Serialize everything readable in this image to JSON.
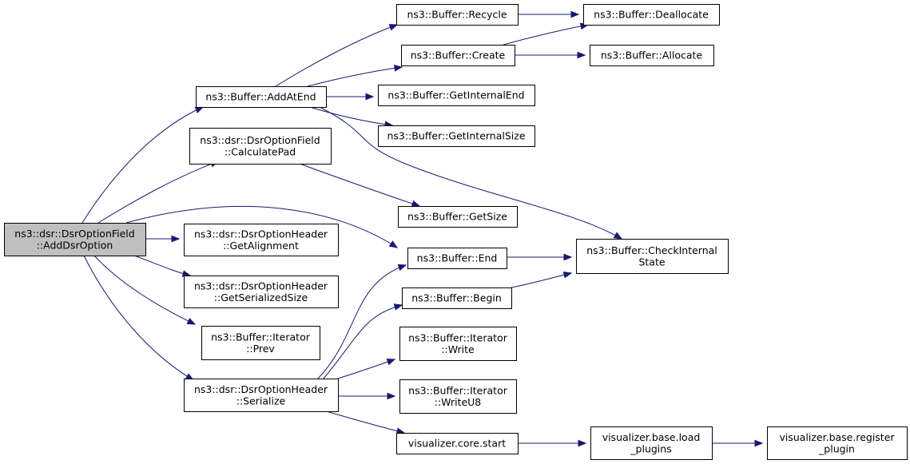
{
  "graph": {
    "root_fill": "#bfbfbf",
    "node_fill": "#ffffff",
    "edge_color": "#191970",
    "nodes": [
      {
        "id": "root",
        "lines": [
          "ns3::dsr::DsrOptionField",
          "::AddDsrOption"
        ]
      },
      {
        "id": "addAtEnd",
        "lines": [
          "ns3::Buffer::AddAtEnd"
        ]
      },
      {
        "id": "calcPad",
        "lines": [
          "ns3::dsr::DsrOptionField",
          "::CalculatePad"
        ]
      },
      {
        "id": "getAlign",
        "lines": [
          "ns3::dsr::DsrOptionHeader",
          "::GetAlignment"
        ]
      },
      {
        "id": "getSerSize",
        "lines": [
          "ns3::dsr::DsrOptionHeader",
          "::GetSerializedSize"
        ]
      },
      {
        "id": "itPrev",
        "lines": [
          "ns3::Buffer::Iterator",
          "::Prev"
        ]
      },
      {
        "id": "serialize",
        "lines": [
          "ns3::dsr::DsrOptionHeader",
          "::Serialize"
        ]
      },
      {
        "id": "recycle",
        "lines": [
          "ns3::Buffer::Recycle"
        ]
      },
      {
        "id": "create",
        "lines": [
          "ns3::Buffer::Create"
        ]
      },
      {
        "id": "getIntEnd",
        "lines": [
          "ns3::Buffer::GetInternalEnd"
        ]
      },
      {
        "id": "getIntSize",
        "lines": [
          "ns3::Buffer::GetInternalSize"
        ]
      },
      {
        "id": "getSize",
        "lines": [
          "ns3::Buffer::GetSize"
        ]
      },
      {
        "id": "end",
        "lines": [
          "ns3::Buffer::End"
        ]
      },
      {
        "id": "begin",
        "lines": [
          "ns3::Buffer::Begin"
        ]
      },
      {
        "id": "itWrite",
        "lines": [
          "ns3::Buffer::Iterator",
          "::Write"
        ]
      },
      {
        "id": "itWriteU8",
        "lines": [
          "ns3::Buffer::Iterator",
          "::WriteU8"
        ]
      },
      {
        "id": "vizStart",
        "lines": [
          "visualizer.core.start"
        ]
      },
      {
        "id": "dealloc",
        "lines": [
          "ns3::Buffer::Deallocate"
        ]
      },
      {
        "id": "alloc",
        "lines": [
          "ns3::Buffer::Allocate"
        ]
      },
      {
        "id": "checkInt",
        "lines": [
          "ns3::Buffer::CheckInternal",
          "State"
        ]
      },
      {
        "id": "loadPlugins",
        "lines": [
          "visualizer.base.load",
          "_plugins"
        ]
      },
      {
        "id": "regPlugin",
        "lines": [
          "visualizer.base.register",
          "_plugin"
        ]
      }
    ],
    "edges": [
      {
        "from": "root",
        "to": "addAtEnd"
      },
      {
        "from": "root",
        "to": "calcPad"
      },
      {
        "from": "root",
        "to": "end"
      },
      {
        "from": "root",
        "to": "getAlign"
      },
      {
        "from": "root",
        "to": "getSerSize"
      },
      {
        "from": "root",
        "to": "itPrev"
      },
      {
        "from": "root",
        "to": "serialize"
      },
      {
        "from": "addAtEnd",
        "to": "recycle"
      },
      {
        "from": "addAtEnd",
        "to": "create"
      },
      {
        "from": "addAtEnd",
        "to": "getIntEnd"
      },
      {
        "from": "addAtEnd",
        "to": "getIntSize"
      },
      {
        "from": "addAtEnd",
        "to": "checkInt"
      },
      {
        "from": "recycle",
        "to": "dealloc"
      },
      {
        "from": "create",
        "to": "dealloc"
      },
      {
        "from": "create",
        "to": "alloc"
      },
      {
        "from": "calcPad",
        "to": "getSize"
      },
      {
        "from": "end",
        "to": "checkInt"
      },
      {
        "from": "begin",
        "to": "checkInt"
      },
      {
        "from": "serialize",
        "to": "end"
      },
      {
        "from": "serialize",
        "to": "begin"
      },
      {
        "from": "serialize",
        "to": "itWrite"
      },
      {
        "from": "serialize",
        "to": "itWriteU8"
      },
      {
        "from": "serialize",
        "to": "vizStart"
      },
      {
        "from": "vizStart",
        "to": "loadPlugins"
      },
      {
        "from": "loadPlugins",
        "to": "regPlugin"
      }
    ]
  }
}
